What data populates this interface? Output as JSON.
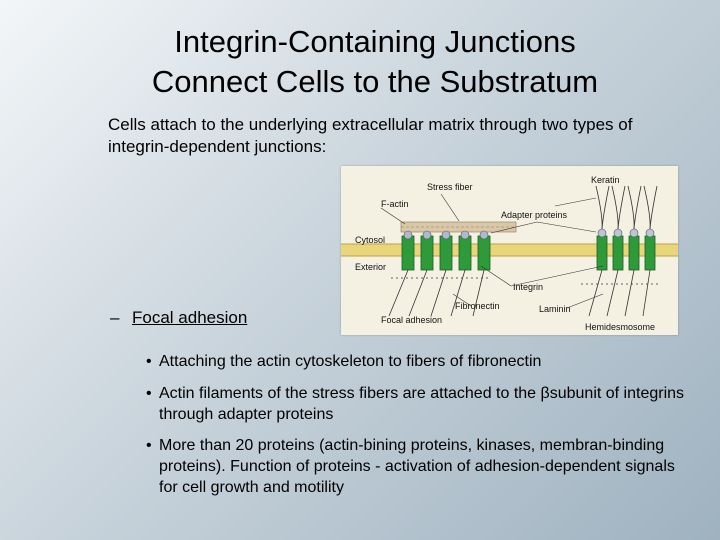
{
  "slide": {
    "title_line1": "Integrin-Containing Junctions",
    "title_line2": "Connect Cells to the Substratum",
    "intro": "Cells attach to the underlying extracellular matrix through two types of integrin-dependent junctions:",
    "dash_item": "Focal adhesion",
    "bullets": [
      "Attaching the actin cytoskeleton to fibers of fibronectin",
      "Actin filaments of the stress fibers are attached to the βsubunit of integrins through adapter proteins",
      "More than 20 proteins (actin-bining proteins, kinases, membran-binding proteins). Function of proteins - activation of adhesion-dependent signals for cell growth and motility"
    ],
    "bullet_symbol": "•",
    "dash_symbol": "–"
  },
  "figure": {
    "labels": {
      "stress_fiber": "Stress fiber",
      "f_actin": "F-actin",
      "keratin": "Keratin",
      "adapter_proteins": "Adapter proteins",
      "cytosol": "Cytosol",
      "exterior": "Exterior",
      "integrin": "Integrin",
      "fibronectin": "Fibronectin",
      "laminin": "Laminin",
      "focal_adhesion": "Focal adhesion",
      "hemidesmosome": "Hemidesmosome"
    },
    "colors": {
      "membrane": "#e9d57a",
      "integrin": "#2f9a3a",
      "actin": "#d9c7a8",
      "line": "#333333"
    }
  }
}
